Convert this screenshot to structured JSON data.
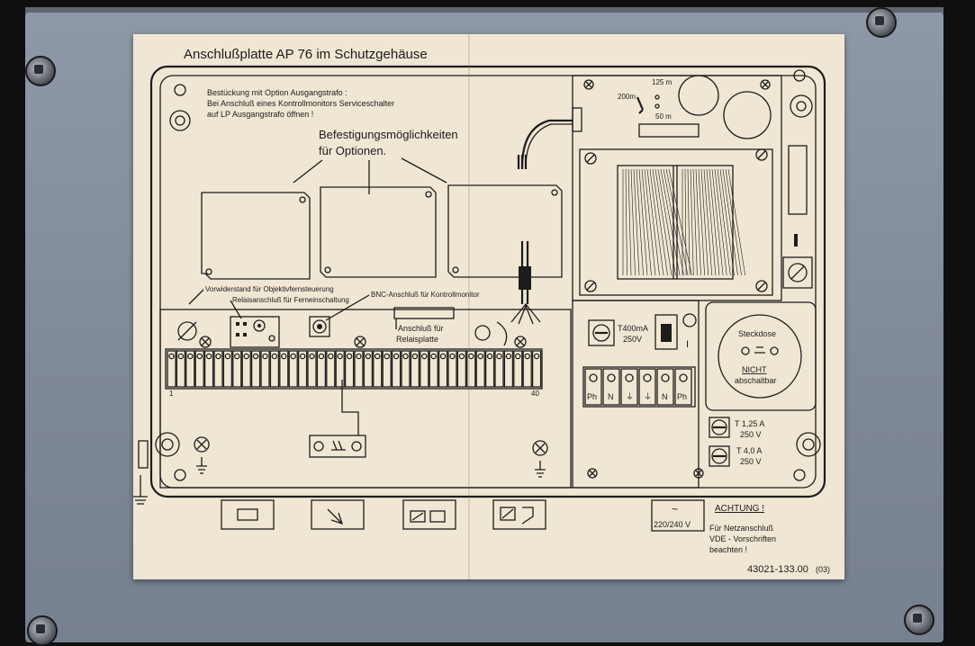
{
  "title": "Anschlußplatte  AP 76  im Schutzgehäuse",
  "note": {
    "line1": "Bestückung mit Option Ausgangstrafo :",
    "line2": "Bei Anschluß eines Kontrollmonitors Serviceschalter",
    "line3": "auf LP Ausgangstrafo öffnen !"
  },
  "mounting": {
    "line1": "Befestigungsmöglichkeiten",
    "line2": "für Optionen."
  },
  "labels": {
    "vorwiderstand": "Vorwiderstand für Objektivfernsteuerung",
    "relais": "Relaisanschluß für Ferneinschaltung",
    "bnc": "BNC-Anschluß für Kontrollmonitor",
    "anschluss1": "Anschluß für",
    "anschluss2": "Relaisplatte",
    "term_start": "1",
    "term_end": "40"
  },
  "selector": {
    "v125": "125 m",
    "v200": "200m",
    "v50": "50 m"
  },
  "fuse_main": {
    "value": "T400mA",
    "voltage": "250V",
    "switch_label": "I"
  },
  "socket": {
    "label": "Steckdose",
    "warn1": "NICHT",
    "warn2": "abschaltbar"
  },
  "terminals": [
    "Ph",
    "N",
    "⏚",
    "⏚",
    "N",
    "Ph"
  ],
  "fuses": [
    {
      "value": "T 1,25 A",
      "voltage": "250 V"
    },
    {
      "value": "T 4,0 A",
      "voltage": "250 V"
    }
  ],
  "mains": {
    "symbol": "~",
    "voltage": "220/240 V"
  },
  "warning": {
    "title": "ACHTUNG !",
    "line1": "Für Netzanschluß",
    "line2": "VDE - Vorschriften",
    "line3": "beachten !"
  },
  "part_number": "43021-133.00",
  "part_revision": "(03)",
  "colors": {
    "paper": "#efe7d3",
    "ink": "#1c1c1c",
    "housing": "#8e98a8",
    "background": "#0f0f10"
  }
}
